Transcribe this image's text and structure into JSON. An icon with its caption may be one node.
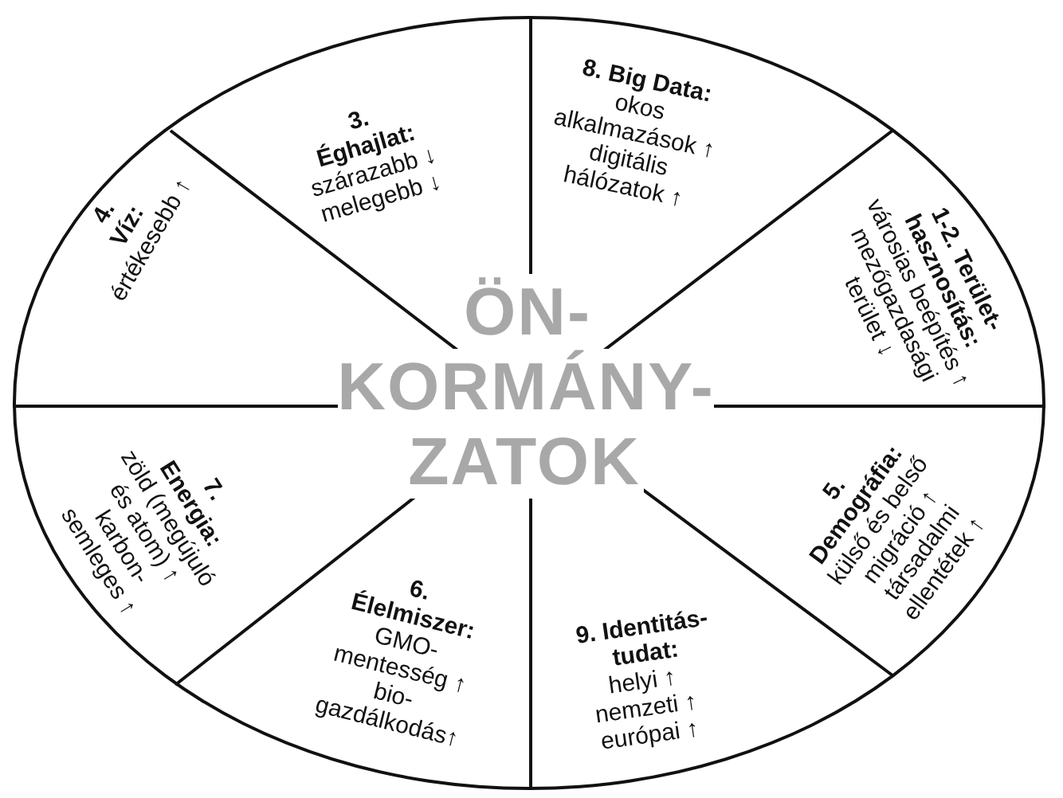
{
  "diagram": {
    "nodes": [
      {
        "text": [
          "ÖN- KORMÁNY- ZATOK"
        ]
      },
      {
        "text": [
          "3. Éghajlat:",
          "szárazabb ↓ melegebb ↓"
        ],
        "in": 0
      },
      {
        "text": [
          "8. Big Data:",
          "okos alkalmazások ↑ digitális hálózatok ↑"
        ],
        "in": 0
      },
      {
        "text": [
          "4. Víz:",
          "értékesebb ↑"
        ],
        "in": 0
      },
      {
        "text": [
          "1-2. Terület- hasznosítás:",
          "városias beépítés ↑ mezőgazdasági terület ↓"
        ],
        "in": 0
      },
      {
        "text": [
          "7. Energia:",
          "zöld (megújuló és atom) ↑ karbon- semleges ↑"
        ],
        "in": 0
      },
      {
        "text": [
          "5. Demográfia:",
          "külső és belső migráció ↑ társadalmi ellentétek ↑"
        ],
        "in": 0
      },
      {
        "text": [
          "6. Élelmiszer:",
          "GMO- mentesség ↑ bio- gazdálkodás↑"
        ],
        "in": 0
      },
      {
        "text": [
          "9. Identitás- tudat:",
          "helyi ↑ nemzeti ↑ európai ↑"
        ],
        "in": 0
      }
    ]
  }
}
